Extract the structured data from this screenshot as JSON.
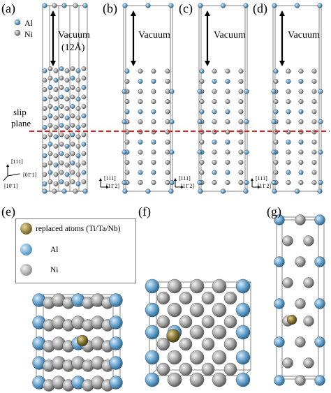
{
  "top_panels": {
    "legend": {
      "al": "Al",
      "ni": "Ni"
    },
    "labels": {
      "a": "(a)",
      "b": "(b)",
      "c": "(c)",
      "d": "(d)"
    },
    "vacuum_a_line1": "Vacuum",
    "vacuum_a_line2": "(12Å)",
    "vacuum_b": "Vacuum",
    "vacuum_c": "Vacuum",
    "vacuum_d": "Vacuum",
    "slip_plane_line1": "slip",
    "slip_plane_line2": "plane",
    "axes_a": [
      "[111]",
      "[01̄ 1]",
      "[10̄ 1]"
    ],
    "axes_bcd": [
      "[111]",
      "[11̄ 2]"
    ]
  },
  "bottom_panels": {
    "labels": {
      "e": "(e)",
      "f": "(f)",
      "g": "(g)"
    },
    "legend": {
      "replaced": "replaced atoms (Ti/Ta/Nb)",
      "al": "Al",
      "ni": "Ni"
    }
  },
  "colors": {
    "al": "#6aa6cf",
    "ni": "#a9a9a9",
    "replaced": "#8a7a3a",
    "slip_line": "#e02020",
    "cell_edge": "#555555"
  }
}
